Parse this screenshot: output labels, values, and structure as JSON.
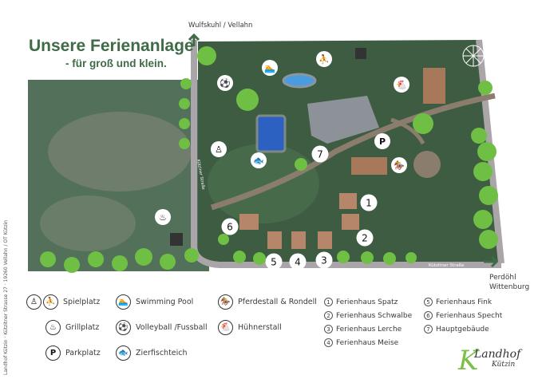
{
  "header": {
    "title": "Unsere Ferienanlage",
    "subtitle": "- für groß und klein."
  },
  "destinations": {
    "north": "Wulfskuhl / Vellahn",
    "east_line1": "Perdöhl",
    "east_line2": "Wittenburg"
  },
  "roads": {
    "west": "Kütziner Straße",
    "south": "Kützitner Straße"
  },
  "sidebar": "Landhof Kützin · Kützitner Strasse 27 · 19260 Vellahn / OT Kützin",
  "legend_icons": [
    {
      "icon": "playground-icon",
      "label": "Spielplatz"
    },
    {
      "icon": "swimming-icon",
      "label": "Swimming Pool"
    },
    {
      "icon": "horse-icon",
      "label": "Pferdestall & Rondell"
    },
    {
      "icon": "grill-icon",
      "label": "Grillplatz"
    },
    {
      "icon": "volleyball-icon",
      "label": "Volleyball /Fussball"
    },
    {
      "icon": "chicken-icon",
      "label": "Hühnerstall"
    },
    {
      "icon": "parking-icon",
      "label": "Parkplatz"
    },
    {
      "icon": "fish-icon",
      "label": "Zierfischteich"
    }
  ],
  "legend_houses": [
    {
      "n": "1",
      "label": "Ferienhaus Spatz"
    },
    {
      "n": "2",
      "label": "Ferienhaus Schwalbe"
    },
    {
      "n": "3",
      "label": "Ferienhaus Lerche"
    },
    {
      "n": "4",
      "label": "Ferienhaus Meise"
    },
    {
      "n": "5",
      "label": "Ferienhaus Fink"
    },
    {
      "n": "6",
      "label": "Ferienhaus Specht"
    },
    {
      "n": "7",
      "label": "Hauptgebäude"
    }
  ],
  "logo": {
    "line1": "Landhof",
    "line2": "Kützin"
  },
  "colors": {
    "brand_green": "#3f6b47",
    "map_dark": "#3d5c41",
    "road": "#a9a5a8",
    "tree": "#6fbf45",
    "path": "#8a7d6e"
  }
}
